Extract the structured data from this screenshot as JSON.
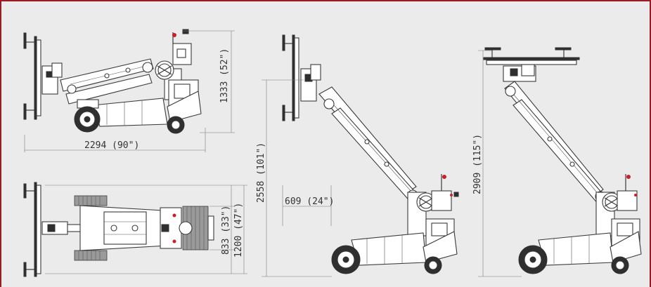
{
  "colors": {
    "frame_border": "#9b1b24",
    "background": "#ebebeb",
    "line": "#3a3a3a",
    "accent_red": "#c8202a"
  },
  "views": {
    "side_stowed": {
      "height_label": "1333 (52\")",
      "length_label": "2294 (90\")"
    },
    "top_view": {
      "width_inner_label": "833 (33\")",
      "width_outer_label": "1200 (47\")"
    },
    "side_raised": {
      "height_label": "2558 (101\")",
      "reach_label": "609 (24\")"
    },
    "side_max": {
      "height_label": "2909 (115\")"
    }
  }
}
